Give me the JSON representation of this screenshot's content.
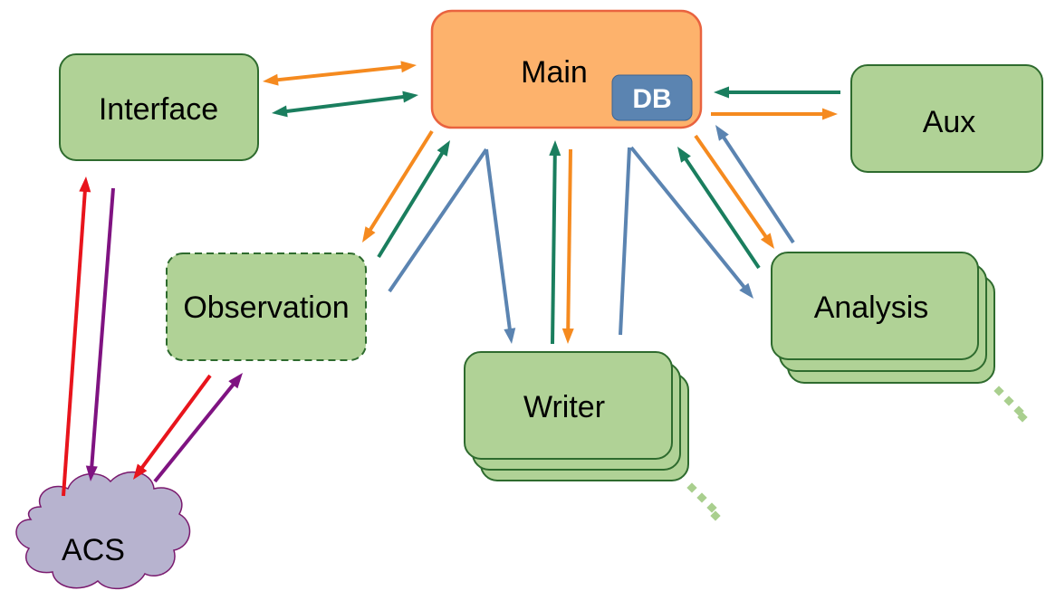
{
  "nodes": {
    "main": {
      "label": "Main"
    },
    "db": {
      "label": "DB"
    },
    "interface": {
      "label": "Interface"
    },
    "aux": {
      "label": "Aux"
    },
    "observation": {
      "label": "Observation"
    },
    "writer": {
      "label": "Writer"
    },
    "analysis": {
      "label": "Analysis"
    },
    "acs": {
      "label": "ACS"
    }
  },
  "colors": {
    "node_fill": "#b0d296",
    "node_stroke": "#2e6b2e",
    "main_fill": "#fdb26c",
    "main_stroke": "#e9633f",
    "db_fill": "#5b84b1",
    "acs_fill": "#b7b3cf",
    "acs_stroke": "#7a1a6e",
    "orange": "#f58a1f",
    "green": "#1a7e5e",
    "blue": "#5b84b1",
    "red": "#e8141c",
    "purple": "#7f1381",
    "dots": "#a9cf8e"
  }
}
